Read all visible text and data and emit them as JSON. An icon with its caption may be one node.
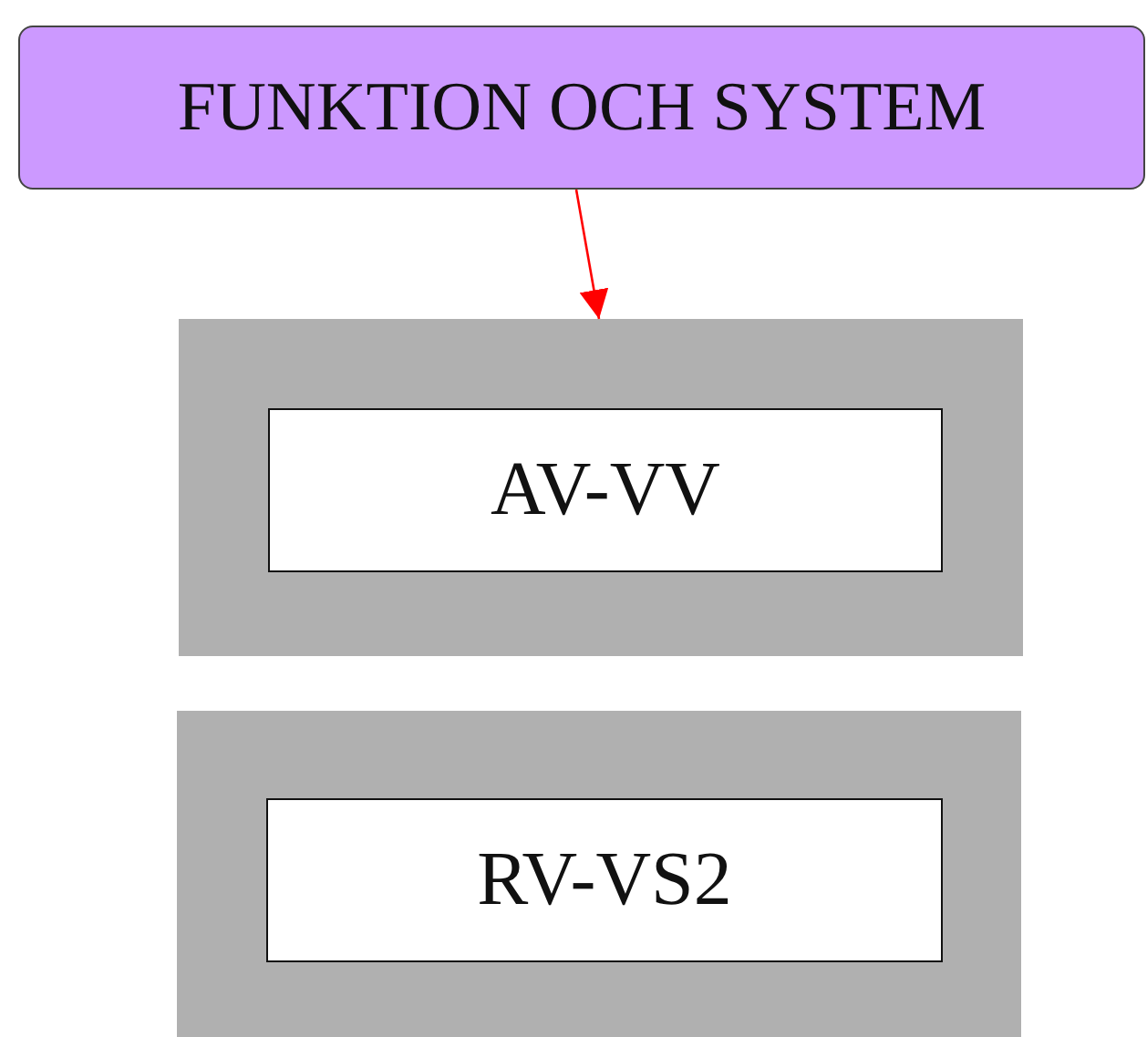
{
  "diagram": {
    "nodes": [
      {
        "text": [
          "FUNKTION OCH SYSTEM"
        ]
      },
      {
        "text": [],
        "shape": "box"
      },
      {
        "text": [
          "AV-VV"
        ],
        "in": 1
      },
      {
        "text": [],
        "shape": "box"
      },
      {
        "text": [
          "RV-VS2"
        ],
        "in": 3
      }
    ],
    "edges": [
      {
        "from": 0,
        "to": 1,
        "arrow": "to",
        "color": "#ff0000"
      }
    ]
  }
}
